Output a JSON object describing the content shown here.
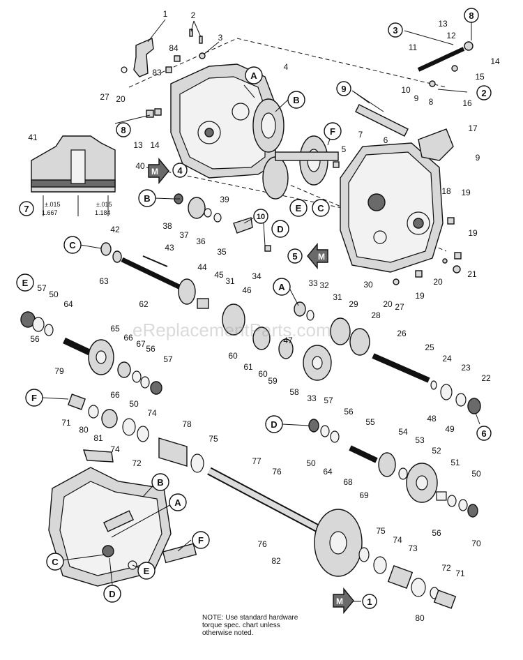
{
  "watermark": "eReplacementParts.com",
  "note": {
    "line1": "NOTE: Use standard hardware",
    "line2": "torque spec. chart unless",
    "line3": "otherwise noted."
  },
  "callouts": [
    "1",
    "2",
    "3",
    "4",
    "5",
    "6",
    "7",
    "8",
    "9",
    "10",
    "11",
    "12",
    "13",
    "14",
    "15",
    "16",
    "17",
    "18",
    "19",
    "20",
    "21",
    "22",
    "23",
    "24",
    "25",
    "26",
    "27",
    "28",
    "29",
    "30",
    "31",
    "32",
    "33",
    "34",
    "35",
    "36",
    "37",
    "38",
    "39",
    "40",
    "41",
    "42",
    "43",
    "44",
    "45",
    "46",
    "47",
    "48",
    "49",
    "50",
    "51",
    "52",
    "53",
    "54",
    "55",
    "56",
    "57",
    "58",
    "59",
    "60",
    "61",
    "62",
    "63",
    "64",
    "65",
    "66",
    "67",
    "68",
    "69",
    "70",
    "71",
    "72",
    "73",
    "74",
    "75",
    "76",
    "77",
    "78",
    "79",
    "80",
    "81",
    "82",
    "83",
    "84"
  ],
  "reference_letters": [
    "A",
    "B",
    "C",
    "D",
    "E",
    "F",
    "M"
  ],
  "dimensions": {
    "d1": "±.015",
    "d2": "1.667",
    "d3": "±.015",
    "d4": "1.184"
  }
}
